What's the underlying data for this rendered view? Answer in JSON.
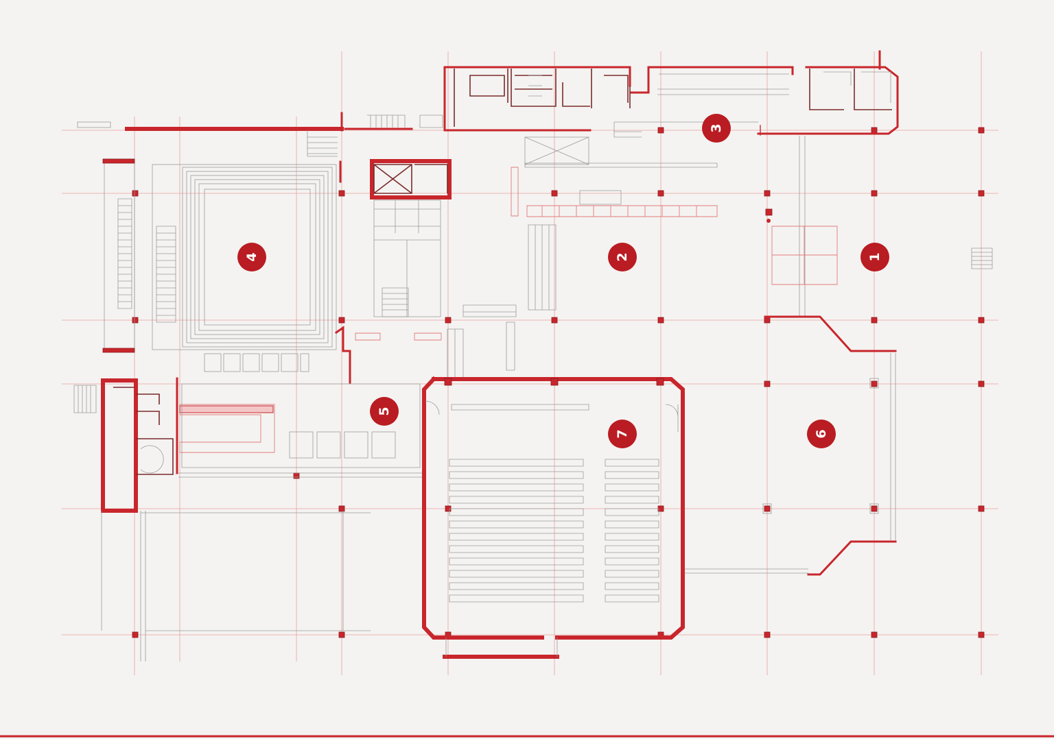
{
  "plan": {
    "markers": [
      {
        "id": "room-1",
        "label": "1",
        "rotated": true
      },
      {
        "id": "room-2",
        "label": "2",
        "rotated": true
      },
      {
        "id": "room-3",
        "label": "3",
        "rotated": true
      },
      {
        "id": "room-4",
        "label": "4",
        "rotated": true
      },
      {
        "id": "room-5",
        "label": "5",
        "rotated": true
      },
      {
        "id": "room-6",
        "label": "6",
        "rotated": true
      },
      {
        "id": "room-7",
        "label": "7",
        "rotated": true
      }
    ],
    "colors": {
      "paper": "#f4f3f1",
      "wall": "#c8262c",
      "grid": "#e8a0a0",
      "marker": "#b91c22",
      "fixtures": "#9a9a9a"
    }
  }
}
